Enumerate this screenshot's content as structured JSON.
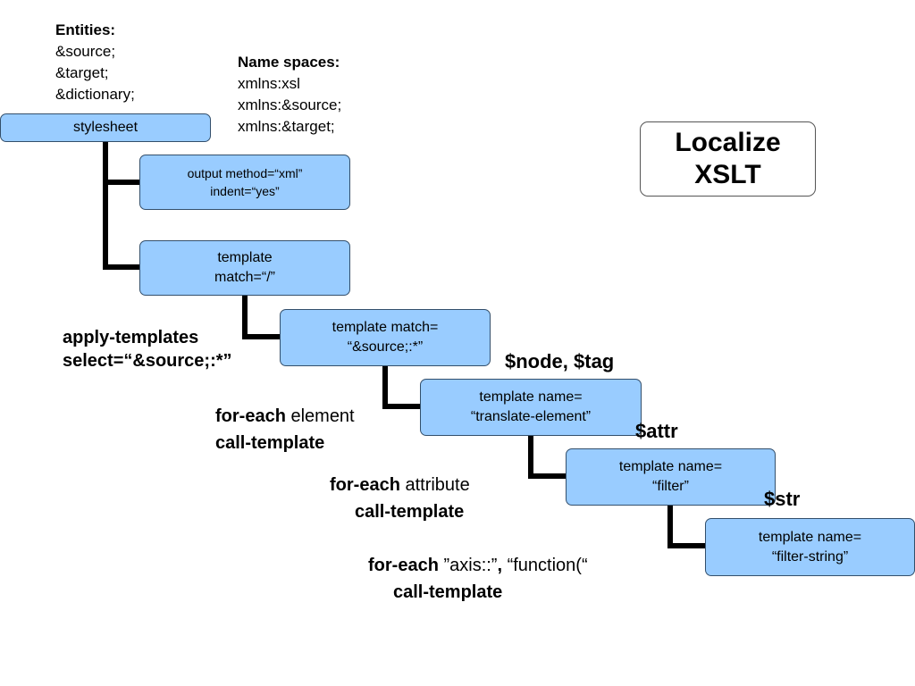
{
  "entities": {
    "heading": "Entities:",
    "items": [
      "&source;",
      "&target;",
      "&dictionary;"
    ]
  },
  "namespaces": {
    "heading": "Name spaces:",
    "items": [
      "xmlns:xsl",
      "xmlns:&source;",
      "xmlns:&target;"
    ]
  },
  "title": [
    "Localize",
    "XSLT"
  ],
  "nodes": {
    "stylesheet": [
      "stylesheet"
    ],
    "output": [
      "output method=“xml”",
      "indent=“yes”"
    ],
    "template_root": [
      "template",
      "match=“/”"
    ],
    "template_source": [
      "template match=",
      "“&source;:*”"
    ],
    "translate_element": [
      "template name=",
      "“translate-element”"
    ],
    "filter": [
      "template name=",
      "“filter”"
    ],
    "filter_string": [
      "template name=",
      "“filter-string”"
    ]
  },
  "params": {
    "node_tag": "$node, $tag",
    "attr": "$attr",
    "str": "$str"
  },
  "annotations": {
    "apply": [
      "apply-templates",
      "select=“&source;:*”"
    ],
    "foreach_element": {
      "kw": "for-each",
      "rest": " element",
      "line2": "call-template"
    },
    "foreach_attribute": {
      "kw": "for-each",
      "rest": " attribute",
      "line2": "call-template"
    },
    "foreach_axis": {
      "kw": "for-each",
      "rest1": " ”axis::”",
      "comma": ",",
      "rest2": " “function(“",
      "line2": "call-template"
    }
  },
  "colors": {
    "node_fill": "#99ccff",
    "node_border": "#334f6b",
    "connector": "#000000"
  }
}
